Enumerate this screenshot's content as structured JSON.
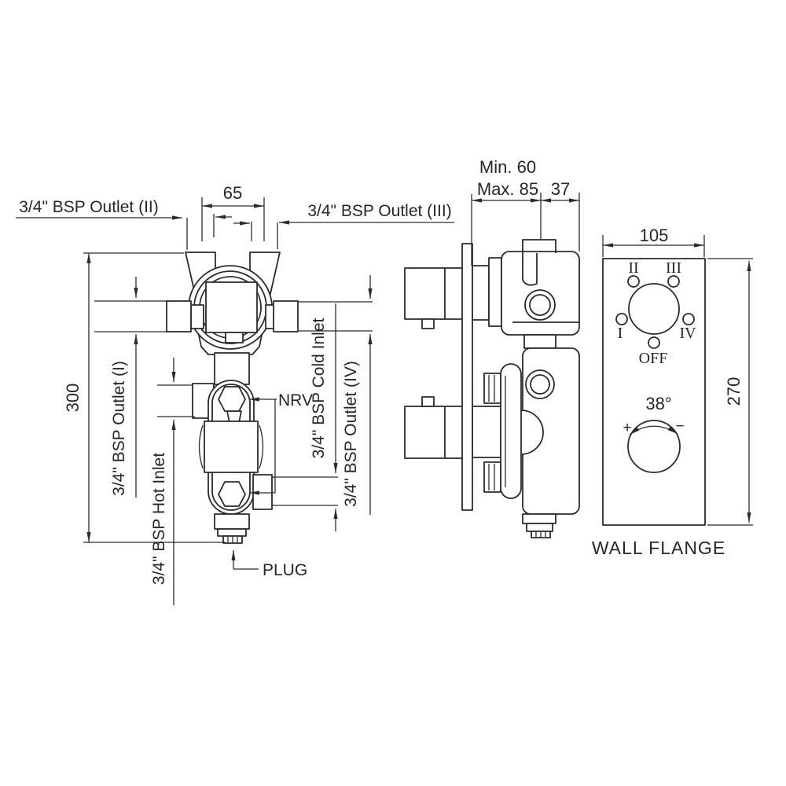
{
  "colors": {
    "line": "#2b2b2b",
    "background": "#ffffff"
  },
  "front_view": {
    "label_outlet_ii": "3/4\" BSP Outlet (II)",
    "label_outlet_iii": "3/4\" BSP Outlet (III)",
    "label_outlet_i": "3/4\" BSP Outlet (I)",
    "label_hot_inlet": "3/4\" BSP Hot Inlet",
    "label_cold_inlet": "3/4\" BSP Cold Inlet",
    "label_outlet_iv": "3/4\" BSP Outlet (IV)",
    "label_nrv": "NRV",
    "label_plug": "PLUG",
    "dim_port_spacing": "65",
    "dim_height": "300"
  },
  "side_view": {
    "dim_depth_min": "Min. 60",
    "dim_depth_max": "Max. 85",
    "dim_offset": "37"
  },
  "flange_view": {
    "dim_width": "105",
    "dim_height": "270",
    "caption": "WALL FLANGE",
    "diverter_positions": {
      "ii": "II",
      "iii": "III",
      "i": "I",
      "iv": "IV",
      "off": "OFF"
    },
    "temperature": {
      "angle": "38°",
      "plus": "+",
      "minus": "−"
    }
  }
}
